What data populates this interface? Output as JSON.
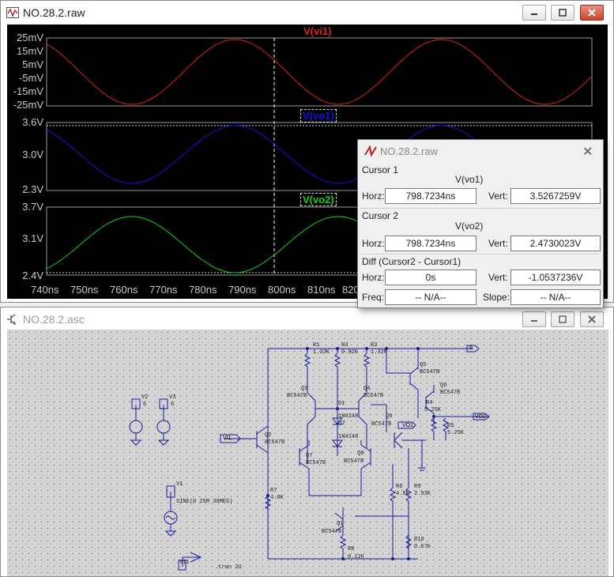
{
  "waveform_window": {
    "title": "NO.28.2.raw",
    "panes": [
      {
        "trace": "V(vi1)",
        "color": "#e02020",
        "yticks": [
          "25mV",
          "15mV",
          "5mV",
          "-5mV",
          "-15mV",
          "-25mV"
        ]
      },
      {
        "trace": "V(vo1)",
        "color": "#1414e0",
        "yticks": [
          "3.6V",
          "3.0V",
          "2.3V"
        ]
      },
      {
        "trace": "V(vo2)",
        "color": "#18d018",
        "yticks": [
          "3.7V",
          "3.1V",
          "2.4V"
        ]
      }
    ],
    "xticks": [
      "740ns",
      "750ns",
      "760ns",
      "770ns",
      "780ns",
      "790ns",
      "800ns",
      "810ns",
      "820"
    ]
  },
  "cursor_dialog": {
    "title": "NO.28.2.raw",
    "cursor1": {
      "heading": "Cursor 1",
      "trace": "V(vo1)",
      "horz_label": "Horz:",
      "horz": "798.7234ns",
      "vert_label": "Vert:",
      "vert": "3.5267259V"
    },
    "cursor2": {
      "heading": "Cursor 2",
      "trace": "V(vo2)",
      "horz_label": "Horz:",
      "horz": "798.7234ns",
      "vert_label": "Vert:",
      "vert": "2.4730023V"
    },
    "diff": {
      "heading": "Diff (Cursor2 - Cursor1)",
      "horz_label": "Horz:",
      "horz": "0s",
      "vert_label": "Vert:",
      "vert": "-1.0537236V",
      "freq_label": "Freq:",
      "freq": "-- N/A--",
      "slope_label": "Slope:",
      "slope": "-- N/A--"
    }
  },
  "schematic_window": {
    "title": "NO.28.2.asc",
    "labels": {
      "r1": "R1",
      "r1v": "1.32K",
      "r3": "R3",
      "r3v": "0.92K",
      "r2": "R2",
      "r2v": "1.32K",
      "q5": "Q5",
      "q5m": "BC547B",
      "q6": "Q6",
      "q6m": "BC547B",
      "q3": "Q3",
      "q3m": "BC547B",
      "q4": "Q4",
      "q4m": "BC547B",
      "d1": "D1",
      "d1m": "1N4148",
      "d2": "D2",
      "d2m": "1N4148",
      "q9": "Q9",
      "q9m": "BC547B",
      "r4": "R4",
      "r4v": "5.25K",
      "r5": "R5",
      "r5v": "5.25K",
      "q2": "Q2",
      "q2m": "BC547B",
      "q7": "Q7",
      "q7m": "BC547B",
      "q8": "Q8",
      "q8m": "BC547B",
      "r7": "R7",
      "r7v": "4.8K",
      "r6": "R6",
      "r6v": "4.8K",
      "r9": "R9",
      "r9v": "2.93K",
      "q1": "Q1",
      "q1m": "BC547B",
      "r8": "R8",
      "r8v": "0.12K",
      "r10": "R10",
      "r10v": "0.67K",
      "v1": "V1",
      "v1src": "SINE(0 25M 30MEG)",
      "v2": "V2",
      "v2v": "6",
      "v3": "V3",
      "v3v": "6",
      "net_vi1": "VI1",
      "net_vo1": "VO1",
      "net_vo2": "VO2",
      "net_6": "6",
      "net_vi1_small": "VI1",
      "tran": ".tran 2U"
    }
  }
}
